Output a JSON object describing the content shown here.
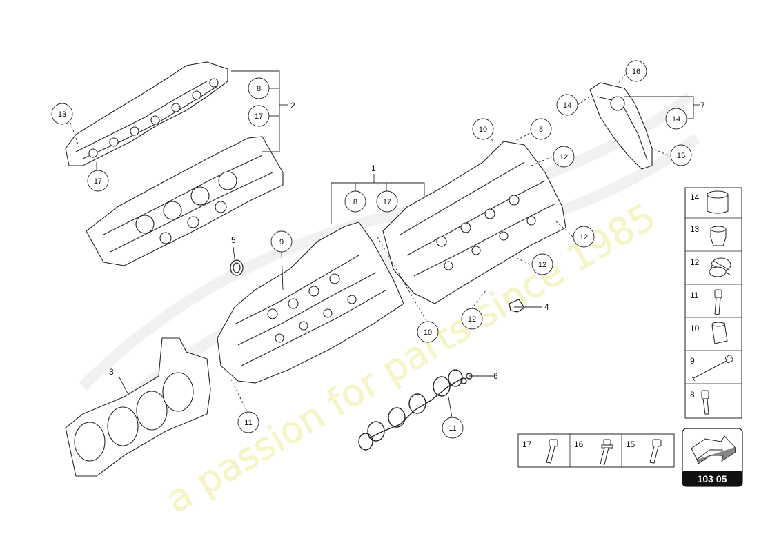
{
  "watermark": {
    "text": "a passion for parts since 1985",
    "color": "#eeee99"
  },
  "labels": {
    "l1": "1",
    "l2": "2",
    "l3": "3",
    "l4": "4",
    "l5": "5",
    "l6": "6",
    "l7": "7"
  },
  "callouts": {
    "c13": "13",
    "c8a": "8",
    "c17a": "17",
    "c17b": "17",
    "c16": "16",
    "c14a": "14",
    "c14b": "14",
    "c15": "15",
    "c10a": "10",
    "c8b": "8",
    "c12a": "12",
    "c8c": "8",
    "c17c": "17",
    "c12b": "12",
    "c12c": "12",
    "c9": "9",
    "c12d": "12",
    "c10b": "10",
    "c11a": "11",
    "c11b": "11"
  },
  "legend_right": [
    "14",
    "13",
    "12",
    "11",
    "10",
    "9",
    "8"
  ],
  "legend_bottom": [
    "17",
    "16",
    "15"
  ],
  "reference": {
    "code": "103 05"
  },
  "colors": {
    "line": "#222222",
    "badge": "#111111"
  }
}
